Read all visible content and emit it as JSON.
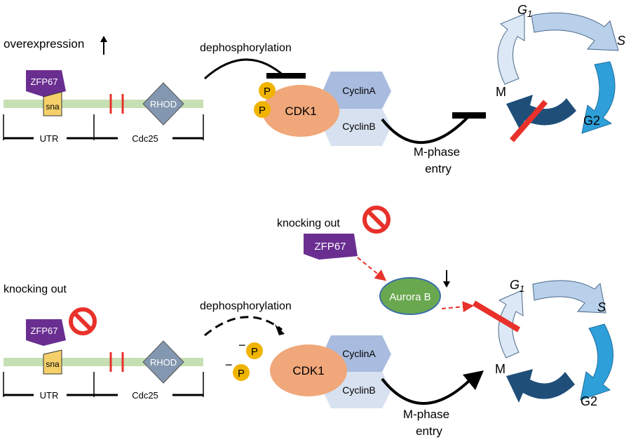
{
  "top": {
    "overexpression_label": "overexpression",
    "zfp67": "ZFP67",
    "sna": "sna",
    "rhod": "RHOD",
    "utr": "UTR",
    "cdc25": "Cdc25",
    "dephos": "dephosphorylation",
    "p1": "P",
    "p2": "P",
    "cdk1": "CDK1",
    "cyclinA": "CyclinA",
    "cyclinB": "CyclinB",
    "mphase1": "M-phase",
    "mphase2": "entry",
    "g1_main": "G",
    "g1_sub": "1",
    "s": "S",
    "g2": "G2",
    "m": "M"
  },
  "bottom": {
    "knocking_out_left": "knocking out",
    "zfp67": "ZFP67",
    "sna": "sna",
    "rhod": "RHOD",
    "utr": "UTR",
    "cdc25": "Cdc25",
    "dephos": "dephosphorylation",
    "minus1": "−",
    "minus2": "−",
    "p1": "P",
    "p2": "P",
    "cdk1": "CDK1",
    "cyclinA": "CyclinA",
    "cyclinB": "CyclinB",
    "mphase1": "M-phase",
    "mphase2": "entry",
    "knocking_out_center": "knocking out",
    "zfp67_center": "ZFP67",
    "aurora": "Aurora B",
    "g1_main": "G",
    "g1_sub": "1",
    "s": "S",
    "g2": "G2",
    "m": "M"
  },
  "colors": {
    "purple": "#6a2e91",
    "sna_yellow": "#f5d06a",
    "green_line": "#c6e0b4",
    "red_mark": "#e8312a",
    "rhod_gray": "#8497b0",
    "p_orange": "#f0b400",
    "cdk_salmon": "#f0a77a",
    "cyclin_a": "#a9bcdf",
    "cyclin_b": "#d7e1f0",
    "aurora_green": "#6aa84f",
    "aurora_border": "#3d6fa8",
    "cycle_light": "#dce8f5",
    "cycle_mid": "#b8d0ea",
    "cycle_s": "#2e9fd8",
    "cycle_dark": "#1f4e79"
  }
}
